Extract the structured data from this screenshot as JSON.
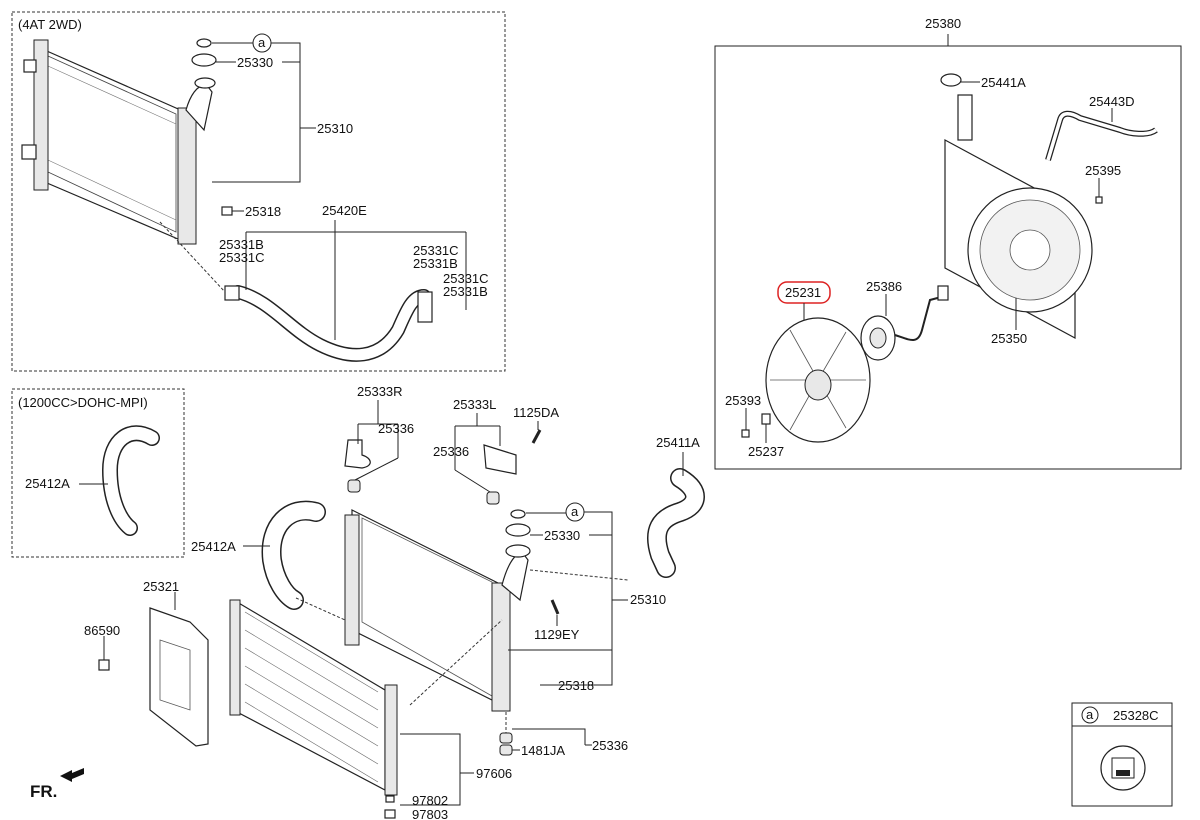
{
  "boxes": {
    "box_4at": "(4AT 2WD)",
    "box_1200cc": "(1200CC>DOHC-MPI)"
  },
  "labels": {
    "p25330_top": "25330",
    "p25310_top": "25310",
    "p25318_top": "25318",
    "p25420E": "25420E",
    "p25331B_1": "25331B",
    "p25331C_1": "25331C",
    "p25331C_2": "25331C",
    "p25331B_2": "25331B",
    "p25331C_3": "25331C",
    "p25331B_3": "25331B",
    "p25412A_box": "25412A",
    "p25412A": "25412A",
    "p25333R": "25333R",
    "p25336_a": "25336",
    "p25333L": "25333L",
    "p1125DA": "1125DA",
    "p25336_b": "25336",
    "p25330_bot": "25330",
    "p25310_bot": "25310",
    "p1129EY": "1129EY",
    "p25318_bot": "25318",
    "p1481JA": "1481JA",
    "p25336_c": "25336",
    "p25321": "25321",
    "p86590": "86590",
    "p97606": "97606",
    "p97802": "97802",
    "p97803": "97803",
    "p25411A": "25411A",
    "p25380": "25380",
    "p25441A": "25441A",
    "p25443D": "25443D",
    "p25395": "25395",
    "p25231": "25231",
    "p25386": "25386",
    "p25350": "25350",
    "p25393": "25393",
    "p25237": "25237",
    "p25328C": "25328C",
    "ref_a1": "a",
    "ref_a2": "a",
    "ref_a3": "a",
    "fr": "FR."
  }
}
